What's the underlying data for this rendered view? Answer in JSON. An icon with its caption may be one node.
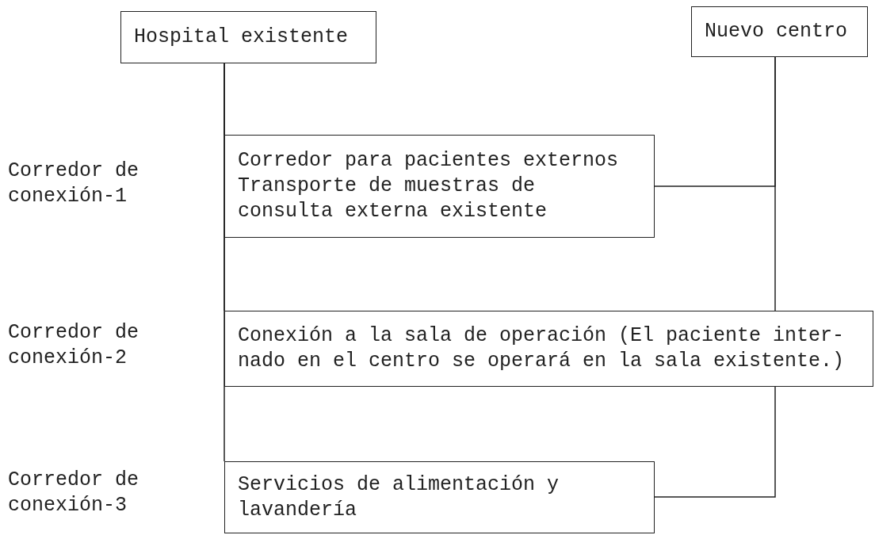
{
  "diagram": {
    "nodes": [
      {
        "text": [
          "Hospital existente"
        ]
      },
      {
        "text": [
          "Nuevo centro"
        ]
      },
      {
        "text": [
          "Corredor para pacientes externos",
          "Transporte de muestras de consulta externa existente"
        ]
      },
      {
        "text": [
          "Conexión a la sala de operación (El paciente inter- nado en el centro se operará en la sala existente.)"
        ]
      },
      {
        "text": [
          "Servicios de alimentación y lavandería"
        ]
      }
    ],
    "edges": [
      {
        "from": 0,
        "to": 2,
        "arrow": "none"
      },
      {
        "from": 0,
        "to": 3,
        "arrow": "none"
      },
      {
        "from": 0,
        "to": 4,
        "arrow": "none"
      },
      {
        "from": 1,
        "to": 2,
        "arrow": "none"
      },
      {
        "from": 1,
        "to": 3,
        "arrow": "none"
      },
      {
        "from": 3,
        "to": 4,
        "arrow": "none"
      }
    ],
    "labels": [
      "Corredor de conexión-1",
      "Corredor de conexión-2",
      "Corredor de conexión-3"
    ]
  }
}
